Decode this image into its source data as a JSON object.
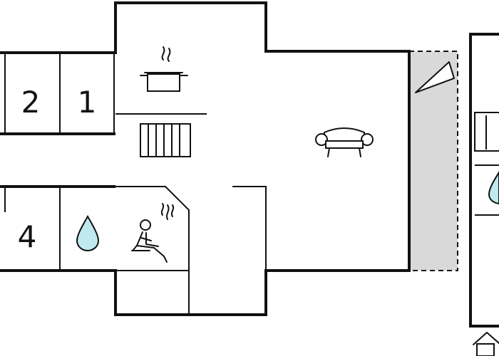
{
  "rooms": [
    {
      "id": "bedroom-2",
      "label": "2"
    },
    {
      "id": "bedroom-1",
      "label": "1"
    },
    {
      "id": "bedroom-4",
      "label": "4"
    }
  ],
  "icons": {
    "kitchen": "cooking-pot-icon",
    "stairs": "stairs-icon",
    "living": "sofa-icon",
    "bathroom": "water-drop-icon",
    "sauna": "sauna-icon",
    "terrace": "terrace-icon",
    "entrance": "house-icon"
  },
  "colors": {
    "wall": "#111111",
    "water": "#bfe8ef",
    "terrace": "#d9d9d9"
  }
}
